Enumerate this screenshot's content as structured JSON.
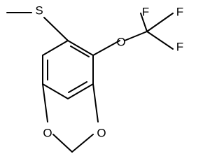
{
  "diagram": {
    "type": "chemical-structure",
    "atom_labels": {
      "sulfur": "S",
      "oxygen_ether": "O",
      "oxygen_ring_left": "O",
      "oxygen_ring_right": "O",
      "fluorine_left": "F",
      "fluorine_right": "F",
      "fluorine_bottom": "F"
    }
  }
}
